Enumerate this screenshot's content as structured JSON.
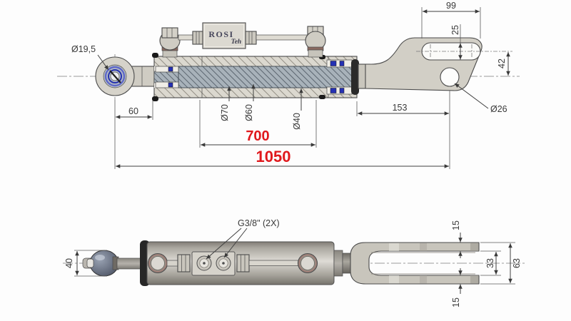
{
  "brand": {
    "name": "ROSI",
    "sub": "Teh"
  },
  "colors": {
    "dim_red": "#e0181c",
    "line": "#3f3f3f",
    "metal_light": "#d2cfc6",
    "hatch_wall": "#dbd8cf",
    "rod_hatch": "#a8b2ba",
    "seal_blue": "#2531b4",
    "ball_dark": "#4b5263"
  },
  "top_view": {
    "dims": {
      "eye_bore": "Ø19,5",
      "eye_offset": "60",
      "slot_length": "99",
      "slot_width": "25",
      "slot_to_hole": "42",
      "rod_end_to_hole": "153",
      "hole_dia": "Ø26",
      "bore_dia": "Ø70",
      "piston_dia": "Ø60",
      "rod_dia": "Ø40",
      "stroke_length": "700",
      "overall_length": "1050"
    }
  },
  "bottom_view": {
    "dims": {
      "ball_width": "40",
      "ports": "G3/8\" (2X)",
      "fork_wall_top": "15",
      "fork_gap": "33",
      "fork_outer": "63",
      "fork_wall_bottom": "15"
    }
  }
}
